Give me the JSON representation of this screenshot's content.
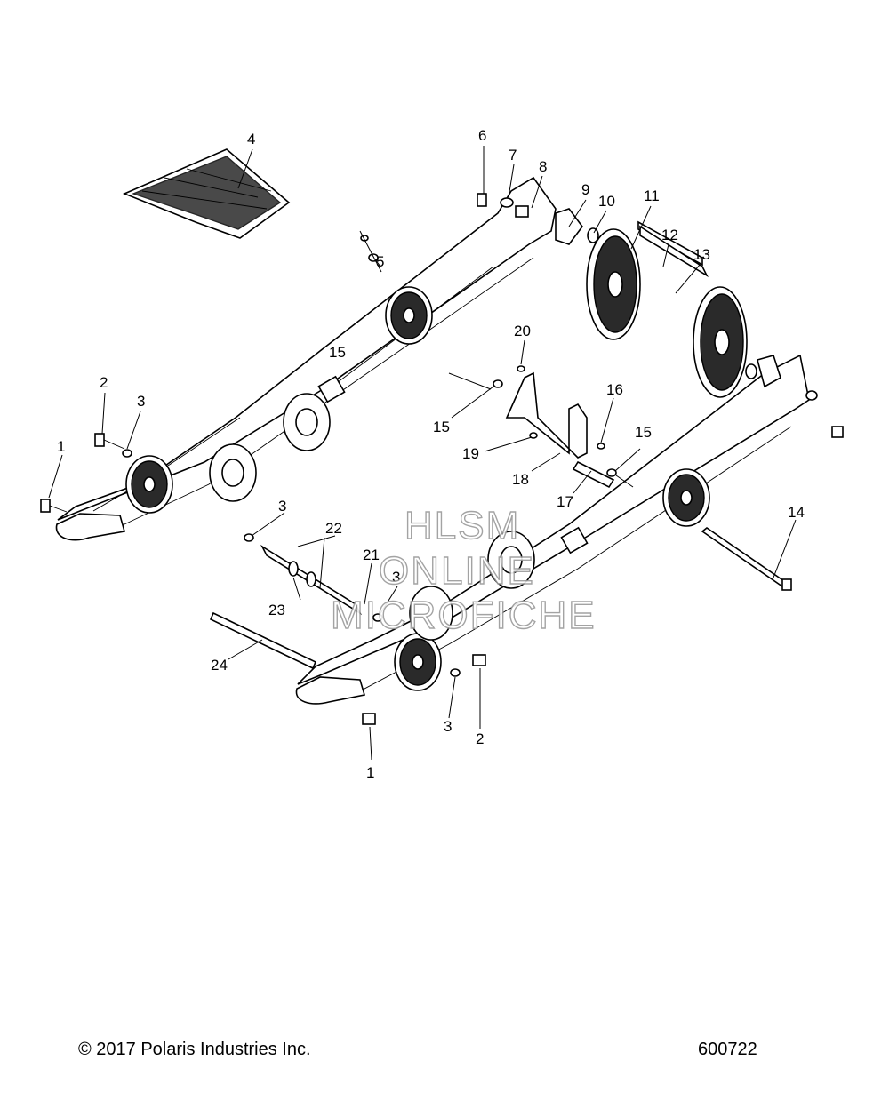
{
  "footer": {
    "copyright": "© 2017 Polaris Industries Inc.",
    "figure_number": "600722"
  },
  "watermark": {
    "line1": "HLSM",
    "line2": "ONLINE",
    "line3": "MICROFICHE"
  },
  "callouts": [
    "1",
    "2",
    "3",
    "4",
    "5",
    "6",
    "7",
    "8",
    "9",
    "10",
    "11",
    "12",
    "13",
    "14",
    "15",
    "16",
    "17",
    "18",
    "19",
    "20",
    "21",
    "22",
    "23",
    "24"
  ]
}
